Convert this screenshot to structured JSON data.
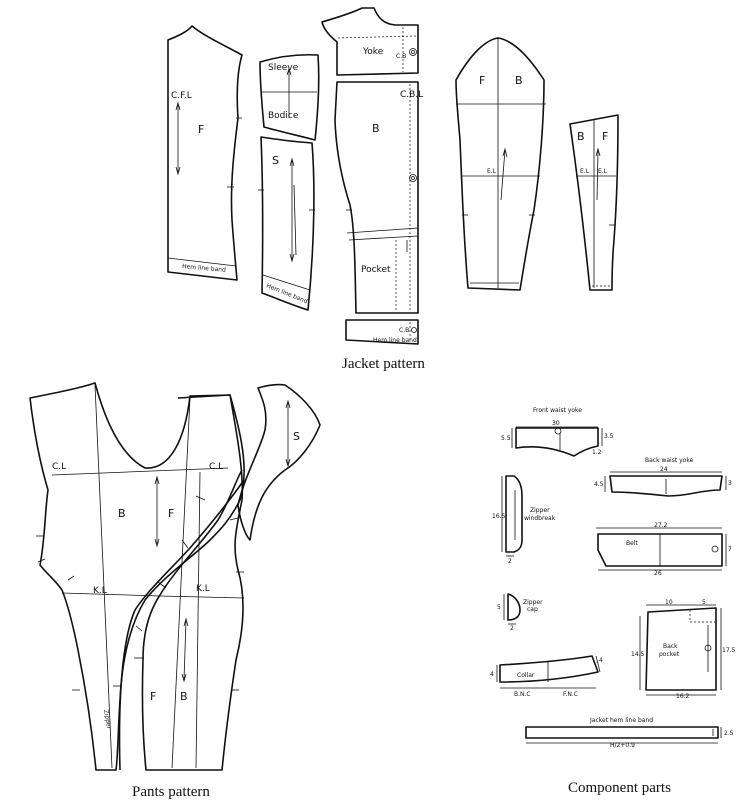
{
  "captions": {
    "jacket": "Jacket pattern",
    "pants": "Pants pattern",
    "components": "Component parts"
  },
  "jacket": {
    "front_cfl": "C.F.L",
    "front_f": "F",
    "front_hem": "Hem line band",
    "sleeve_label": "Sleeve",
    "bodice_label": "Bodice",
    "side_s": "S",
    "side_hem": "Hem line band",
    "yoke": "Yoke",
    "yoke_cb": "C.B",
    "back_cbl": "C.B.L",
    "back_b": "B",
    "pocket": "Pocket",
    "hem_band_cb": "C.B",
    "hem_band": "Hem line band",
    "sleeve_f": "F",
    "sleeve_b": "B",
    "sleeve_el": "E.L",
    "lower_b": "B",
    "lower_f": "F",
    "lower_el1": "E.L",
    "lower_el2": "E.L"
  },
  "pants": {
    "cl_left": "C.L",
    "cl_right": "C.L",
    "b": "B",
    "f": "F",
    "kl_left": "K.L",
    "kl_right": "K.L",
    "zipper": "Zipper",
    "f2": "F",
    "b2": "B",
    "s": "S"
  },
  "components": {
    "front_waist_yoke": "Front waist yoke",
    "fwy_top": "30",
    "fwy_left": "5.5",
    "fwy_right": "3.5",
    "fwy_small": "1.2",
    "back_waist_yoke": "Back waist yoke",
    "bwy_top": "24",
    "bwy_left": "4.5",
    "bwy_right": "3",
    "zipper_windbreak_1": "Zipper",
    "zipper_windbreak_2": "windbreak",
    "zw_height": "16.5",
    "zw_width": "2",
    "belt": "Belt",
    "belt_top": "27.2",
    "belt_bottom": "26",
    "belt_right": "7",
    "zipper_cap_1": "Zipper",
    "zipper_cap_2": "cap",
    "zc_height": "5",
    "zc_width": "2",
    "bp_top_left": "10",
    "bp_top_right": "5",
    "back_pocket_1": "Back",
    "back_pocket_2": "pocket",
    "bp_left": "14.5",
    "bp_right": "17.5",
    "bp_bottom": "16.2",
    "collar": "Collar",
    "collar_left": "4",
    "collar_right": "4",
    "collar_bnc": "B.N.C",
    "collar_fnc": "F.N.C",
    "jacket_hem_line_band": "Jacket hem line band",
    "jhb_right": "2.5",
    "jhb_bottom": "H/2+0.9"
  }
}
